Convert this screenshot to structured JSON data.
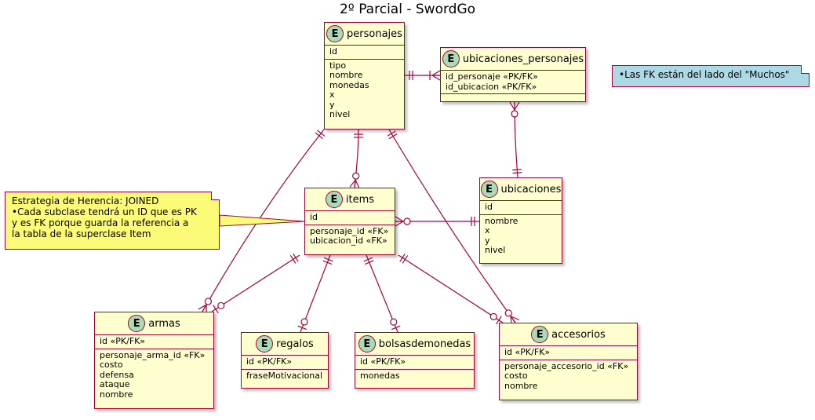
{
  "title": "2º Parcial - SwordGo",
  "entity_badge": "E",
  "entities": {
    "personajes": {
      "name": "personajes",
      "keys": [
        "id"
      ],
      "attrs": [
        "tipo",
        "nombre",
        "monedas",
        "x",
        "y",
        "nivel"
      ]
    },
    "ubicaciones_personajes": {
      "name": "ubicaciones_personajes",
      "keys": [
        "id_personaje «PK/FK»",
        "id_ubicacion «PK/FK»"
      ],
      "attrs": []
    },
    "ubicaciones": {
      "name": "ubicaciones",
      "keys": [
        "id"
      ],
      "attrs": [
        "nombre",
        "x",
        "y",
        "nivel"
      ]
    },
    "items": {
      "name": "items",
      "keys": [
        "id"
      ],
      "attrs": [
        "personaje_id «FK»",
        "ubicacion_id «FK»"
      ]
    },
    "armas": {
      "name": "armas",
      "keys": [
        "id «PK/FK»"
      ],
      "attrs": [
        "personaje_arma_id «FK»",
        "costo",
        "defensa",
        "ataque",
        "nombre"
      ]
    },
    "regalos": {
      "name": "regalos",
      "keys": [
        "id «PK/FK»"
      ],
      "attrs": [
        "fraseMotivacional"
      ]
    },
    "bolsasdemonedas": {
      "name": "bolsasdemonedas",
      "keys": [
        "id «PK/FK»"
      ],
      "attrs": [
        "monedas"
      ]
    },
    "accesorios": {
      "name": "accesorios",
      "keys": [
        "id «PK/FK»"
      ],
      "attrs": [
        "personaje_accesorio_id «FK»",
        "costo",
        "nombre"
      ]
    }
  },
  "notes": {
    "inheritance": [
      "Estrategia de Herencia: JOINED",
      "•Cada subclase tendrá un ID que es PK",
      "y es FK porque guarda la referencia a",
      "la tabla de la superclase Item"
    ],
    "fk": [
      "•Las FK están del lado del \"Muchos\""
    ]
  },
  "relations": [
    {
      "from": "personajes",
      "to": "ubicaciones_personajes",
      "from_card": "exactly-one",
      "to_card": "one-or-many"
    },
    {
      "from": "ubicaciones_personajes",
      "to": "ubicaciones",
      "from_card": "zero-or-many",
      "to_card": "exactly-one"
    },
    {
      "from": "personajes",
      "to": "items",
      "from_card": "exactly-one",
      "to_card": "zero-or-many"
    },
    {
      "from": "items",
      "to": "ubicaciones",
      "from_card": "zero-or-many",
      "to_card": "exactly-one"
    },
    {
      "from": "personajes",
      "to": "armas",
      "from_card": "exactly-one",
      "to_card": "zero-or-many"
    },
    {
      "from": "personajes",
      "to": "accesorios",
      "from_card": "exactly-one",
      "to_card": "zero-or-many"
    },
    {
      "from": "items",
      "to": "armas",
      "from_card": "exactly-one",
      "to_card": "zero-or-one"
    },
    {
      "from": "items",
      "to": "regalos",
      "from_card": "exactly-one",
      "to_card": "zero-or-one"
    },
    {
      "from": "items",
      "to": "bolsasdemonedas",
      "from_card": "exactly-one",
      "to_card": "zero-or-one"
    },
    {
      "from": "items",
      "to": "accesorios",
      "from_card": "exactly-one",
      "to_card": "zero-or-one"
    }
  ],
  "colors": {
    "entity_fill": "#fefece",
    "border": "#a80036",
    "badge": "#a9dcb6",
    "note_yellow": "#fbfb77",
    "note_blue": "#add8e6"
  }
}
